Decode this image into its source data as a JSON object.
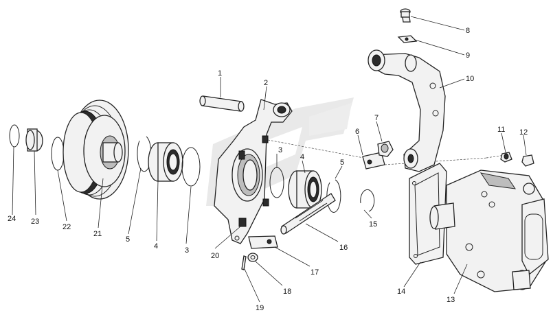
{
  "callouts": [
    "1",
    "2",
    "3",
    "3",
    "4",
    "4",
    "5",
    "5",
    "6",
    "7",
    "8",
    "9",
    "10",
    "11",
    "12",
    "13",
    "14",
    "15",
    "16",
    "17",
    "18",
    "19",
    "20",
    "21",
    "22",
    "23",
    "24"
  ],
  "colors": {
    "line": "#222222",
    "fill": "#f2f2f2",
    "watermark": "#c9c9c9"
  },
  "watermark": {
    "icon": "stylized-gear-logo-watermark"
  }
}
